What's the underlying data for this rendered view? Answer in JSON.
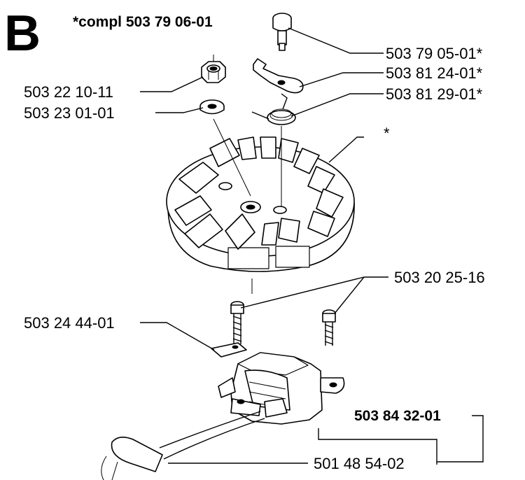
{
  "section_letter": "B",
  "kit_title": "*compl 503 79 06-01",
  "parts": [
    {
      "id": "part-503-79-05-01",
      "number": "503 79 05-01*"
    },
    {
      "id": "part-503-81-24-01",
      "number": "503 81 24-01*"
    },
    {
      "id": "part-503-22-10-11",
      "number": "503 22 10-11"
    },
    {
      "id": "part-503-81-29-01",
      "number": "503 81 29-01*"
    },
    {
      "id": "part-503-23-01-01",
      "number": "503 23 01-01"
    },
    {
      "id": "part-flywheel",
      "number": "*"
    },
    {
      "id": "part-503-20-25-16",
      "number": "503 20 25-16"
    },
    {
      "id": "part-503-24-44-01",
      "number": "503 24 44-01"
    },
    {
      "id": "part-503-84-32-01",
      "number": "503 84 32-01"
    },
    {
      "id": "part-501-48-54-02",
      "number": "501 48 54-02"
    }
  ]
}
